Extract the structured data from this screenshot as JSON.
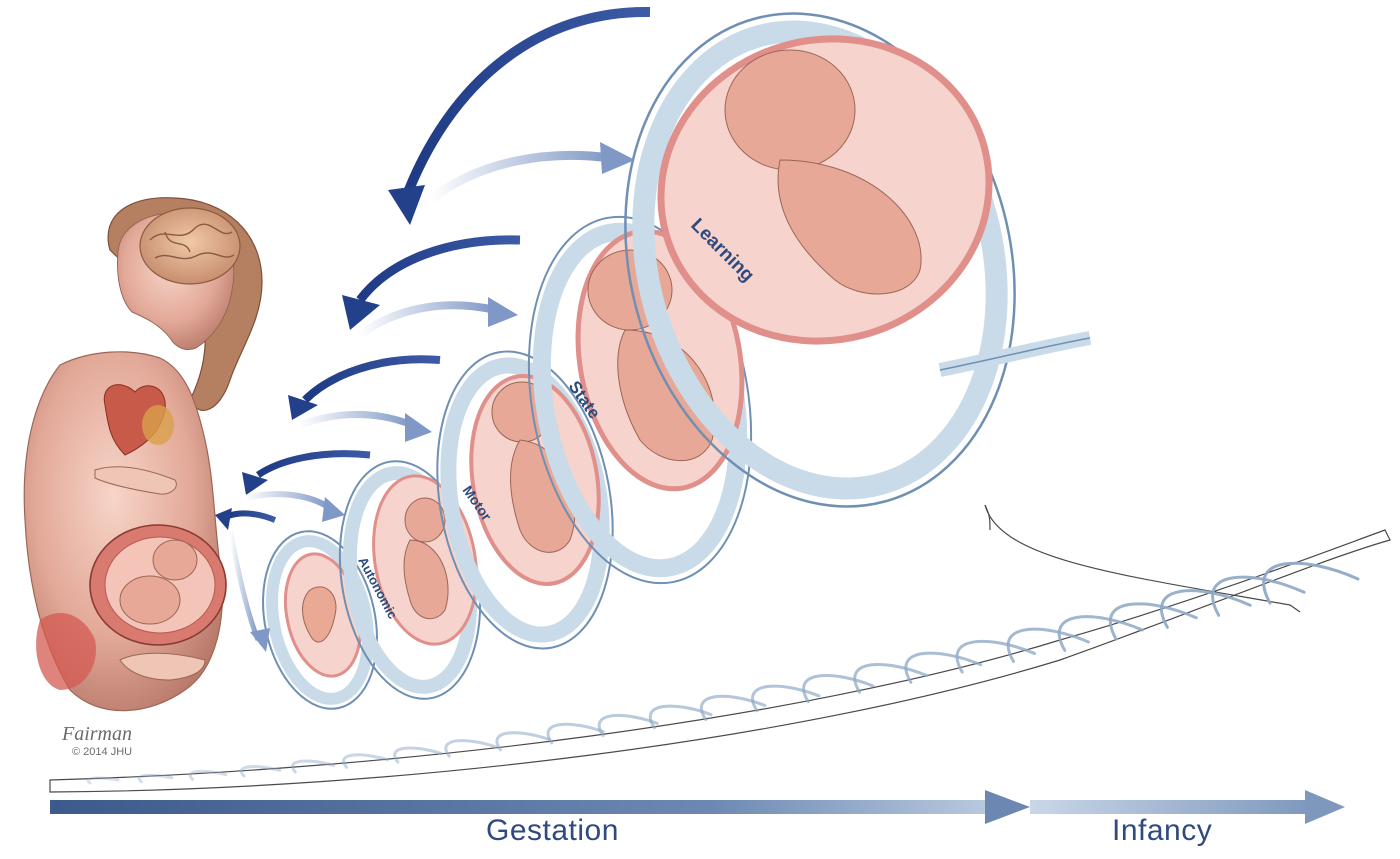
{
  "stages": [
    {
      "id": "autonomic",
      "label": "Autonomic"
    },
    {
      "id": "motor",
      "label": "Motor"
    },
    {
      "id": "state",
      "label": "State"
    },
    {
      "id": "learning",
      "label": "Learning"
    }
  ],
  "timeline": {
    "gestation_label": "Gestation",
    "infancy_label": "Infancy"
  },
  "signature": {
    "artist": "Fairman",
    "copyright": "© 2014 JHU"
  },
  "colors": {
    "ring_blue": "#c9dbe8",
    "ring_stroke": "#6f8fb3",
    "ring_pink": "#f2b3b3",
    "arrow_dark": "#23408a",
    "arrow_light": "#8ea6cf",
    "label_blue": "#2e4a7e",
    "skin": "#e8b8a6"
  }
}
